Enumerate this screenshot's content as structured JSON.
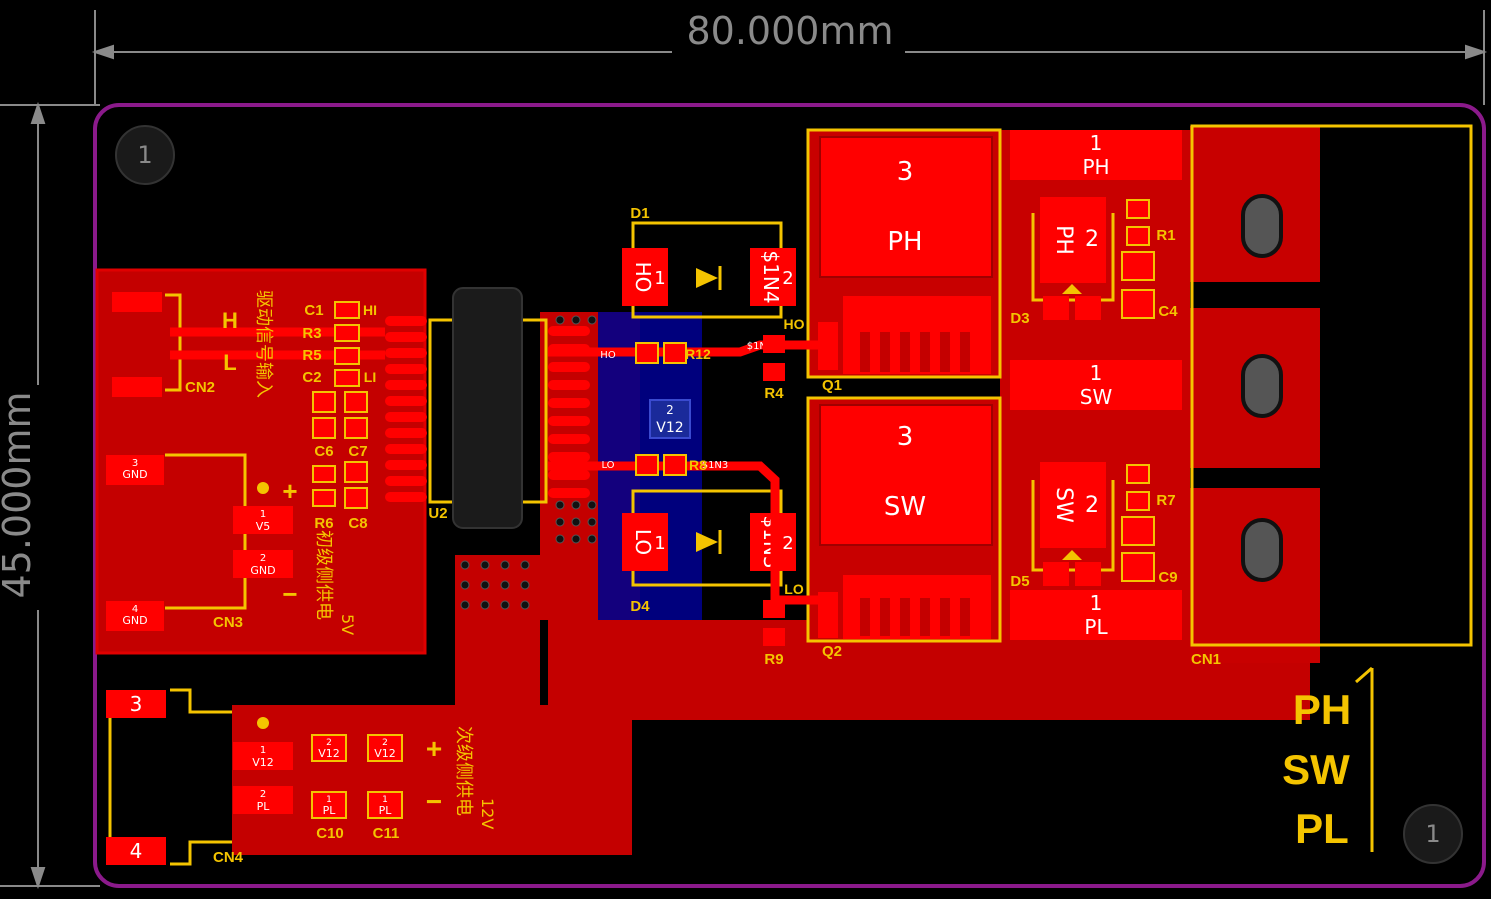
{
  "dimensions": {
    "width_label": "80.000mm",
    "height_label": "45.000mm"
  },
  "mounting_holes": [
    "1",
    "1"
  ],
  "designators": {
    "D1": "D1",
    "D3": "D3",
    "D4": "D4",
    "D5": "D5",
    "C1": "C1",
    "C2": "C2",
    "C4": "C4",
    "C6": "C6",
    "C7": "C7",
    "C8": "C8",
    "C9": "C9",
    "C10": "C10",
    "C11": "C11",
    "R1": "R1",
    "R3": "R3",
    "R4": "R4",
    "R5": "R5",
    "R6": "R6",
    "R7": "R7",
    "R8": "R8",
    "R9": "R9",
    "R12": "R12",
    "Q1": "Q1",
    "Q2": "Q2",
    "U2": "U2",
    "CN1": "CN1",
    "CN2": "CN2",
    "CN3": "CN3",
    "CN4": "CN4"
  },
  "nets": {
    "HI": "HI",
    "LI": "LI",
    "HO": "HO",
    "LO": "LO",
    "PH": "PH",
    "SW": "SW",
    "PL": "PL",
    "GND": "GND",
    "V5": "V5",
    "V12": "V12",
    "N1N4": "$1N4",
    "N1N3": "$1N3"
  },
  "pad_numbers": {
    "p1": "1",
    "p2": "2",
    "p3": "3",
    "p4": "4"
  },
  "labels": {
    "drive_input": "驱动信号输入",
    "primary_supply": "初级侧供电",
    "primary_voltage": "5V",
    "secondary_supply": "次级侧供电",
    "secondary_voltage": "12V",
    "plus": "+",
    "minus": "−",
    "h": "H",
    "l": "L"
  },
  "legend": [
    "PH",
    "SW",
    "PL"
  ],
  "colors": {
    "background": "#000000",
    "board_outline": "#8b1a8b",
    "top_copper": "#ff0000",
    "copper_fill": "#c40000",
    "bottom_copper": "#00008b",
    "silkscreen": "#f4c400",
    "dimension": "#8a8a8a"
  }
}
